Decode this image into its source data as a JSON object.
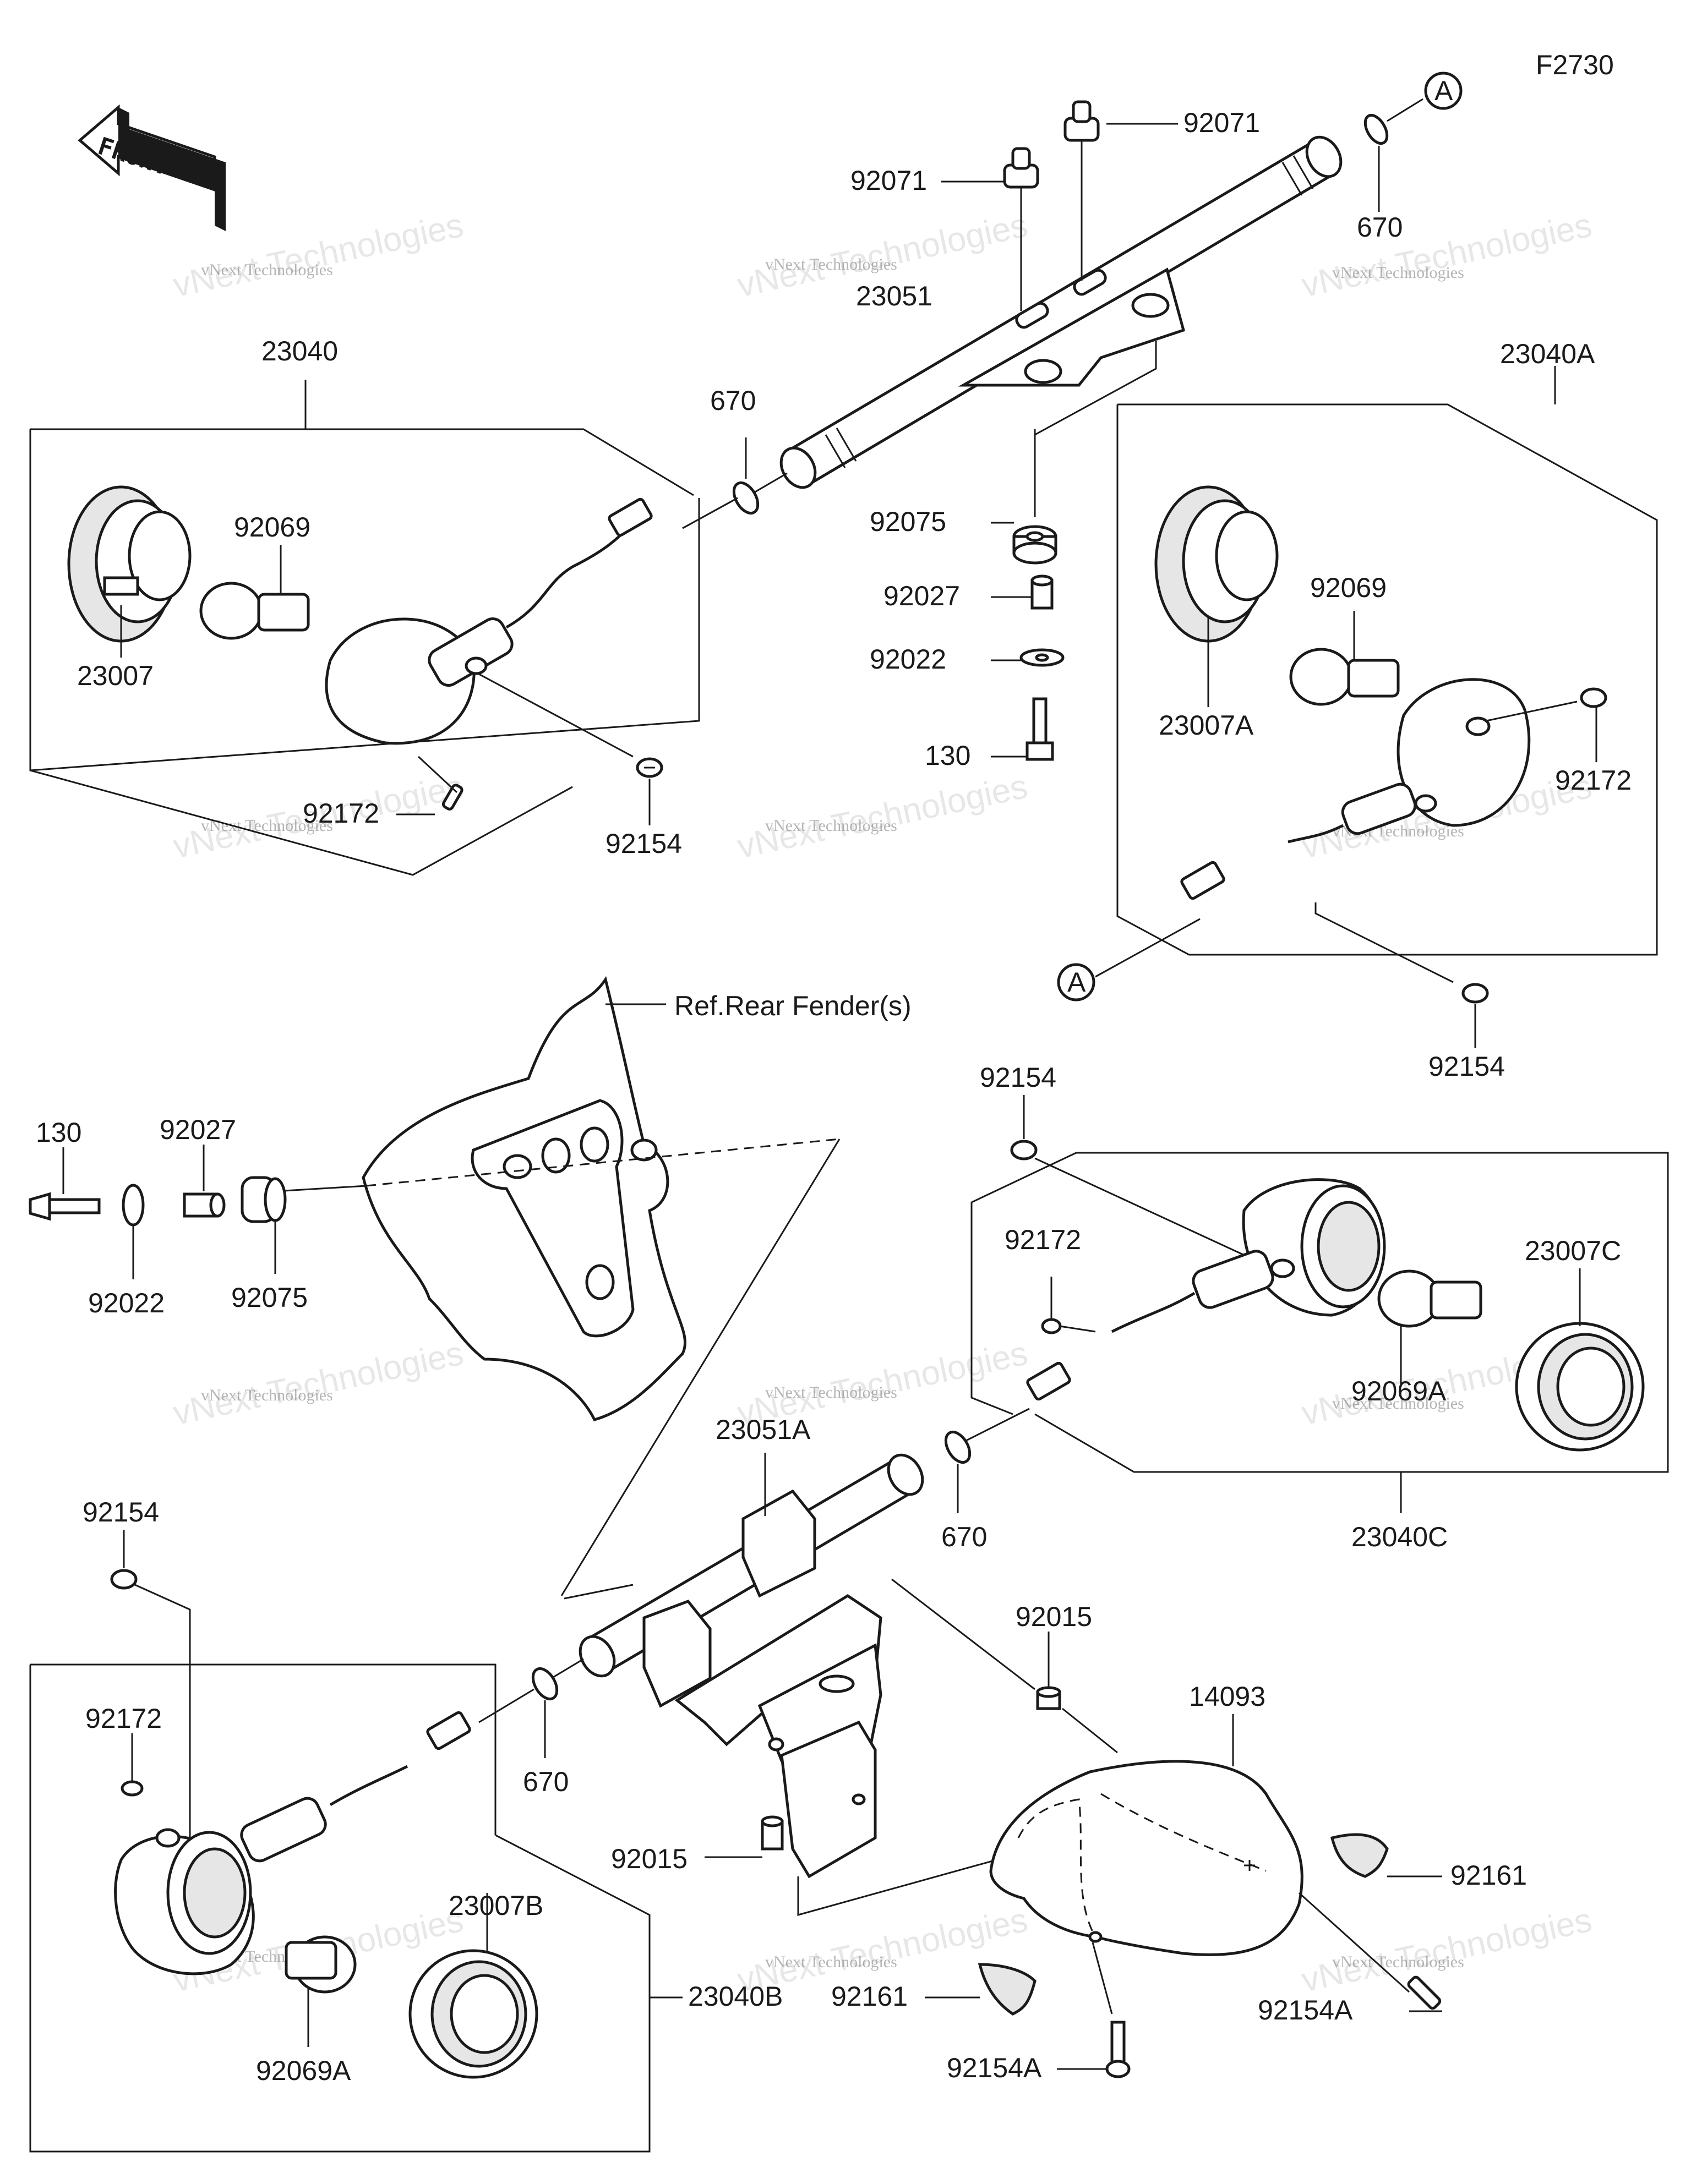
{
  "diagram_code": "F2730",
  "front_label": "FRONT",
  "reference_note": "Ref.Rear Fender(s)",
  "connector_mark": "A",
  "watermark": {
    "line1": "vNext Technologies",
    "line2": "vNext Technologies"
  },
  "callouts": {
    "c_92071_a": "92071",
    "c_92071_b": "92071",
    "c_670_top": "670",
    "c_23051": "23051",
    "c_23040": "23040",
    "c_670_left": "670",
    "c_92069_left": "92069",
    "c_23007": "23007",
    "c_92172_left": "92172",
    "c_92154_left": "92154",
    "c_92075_top": "92075",
    "c_92027_top": "92027",
    "c_92022_top": "92022",
    "c_130_top": "130",
    "c_23040A": "23040A",
    "c_92069_right": "92069",
    "c_23007A": "23007A",
    "c_92172_right": "92172",
    "c_92154_rt": "92154",
    "c_92154_mid": "92154",
    "c_130_left": "130",
    "c_92027_left": "92027",
    "c_92022_left": "92022",
    "c_92075_left": "92075",
    "c_92172_c": "92172",
    "c_23007C": "23007C",
    "c_92069A_c": "92069A",
    "c_23040C": "23040C",
    "c_23051A": "23051A",
    "c_670_mid": "670",
    "c_92154_lower": "92154",
    "c_92015_right": "92015",
    "c_14093": "14093",
    "c_92172_b": "92172",
    "c_670_low": "670",
    "c_92015_left": "92015",
    "c_92161_right": "92161",
    "c_23007B": "23007B",
    "c_92161_left": "92161",
    "c_92154A_right": "92154A",
    "c_92069A_b": "92069A",
    "c_23040B": "23040B",
    "c_92154A_bottom": "92154A"
  }
}
